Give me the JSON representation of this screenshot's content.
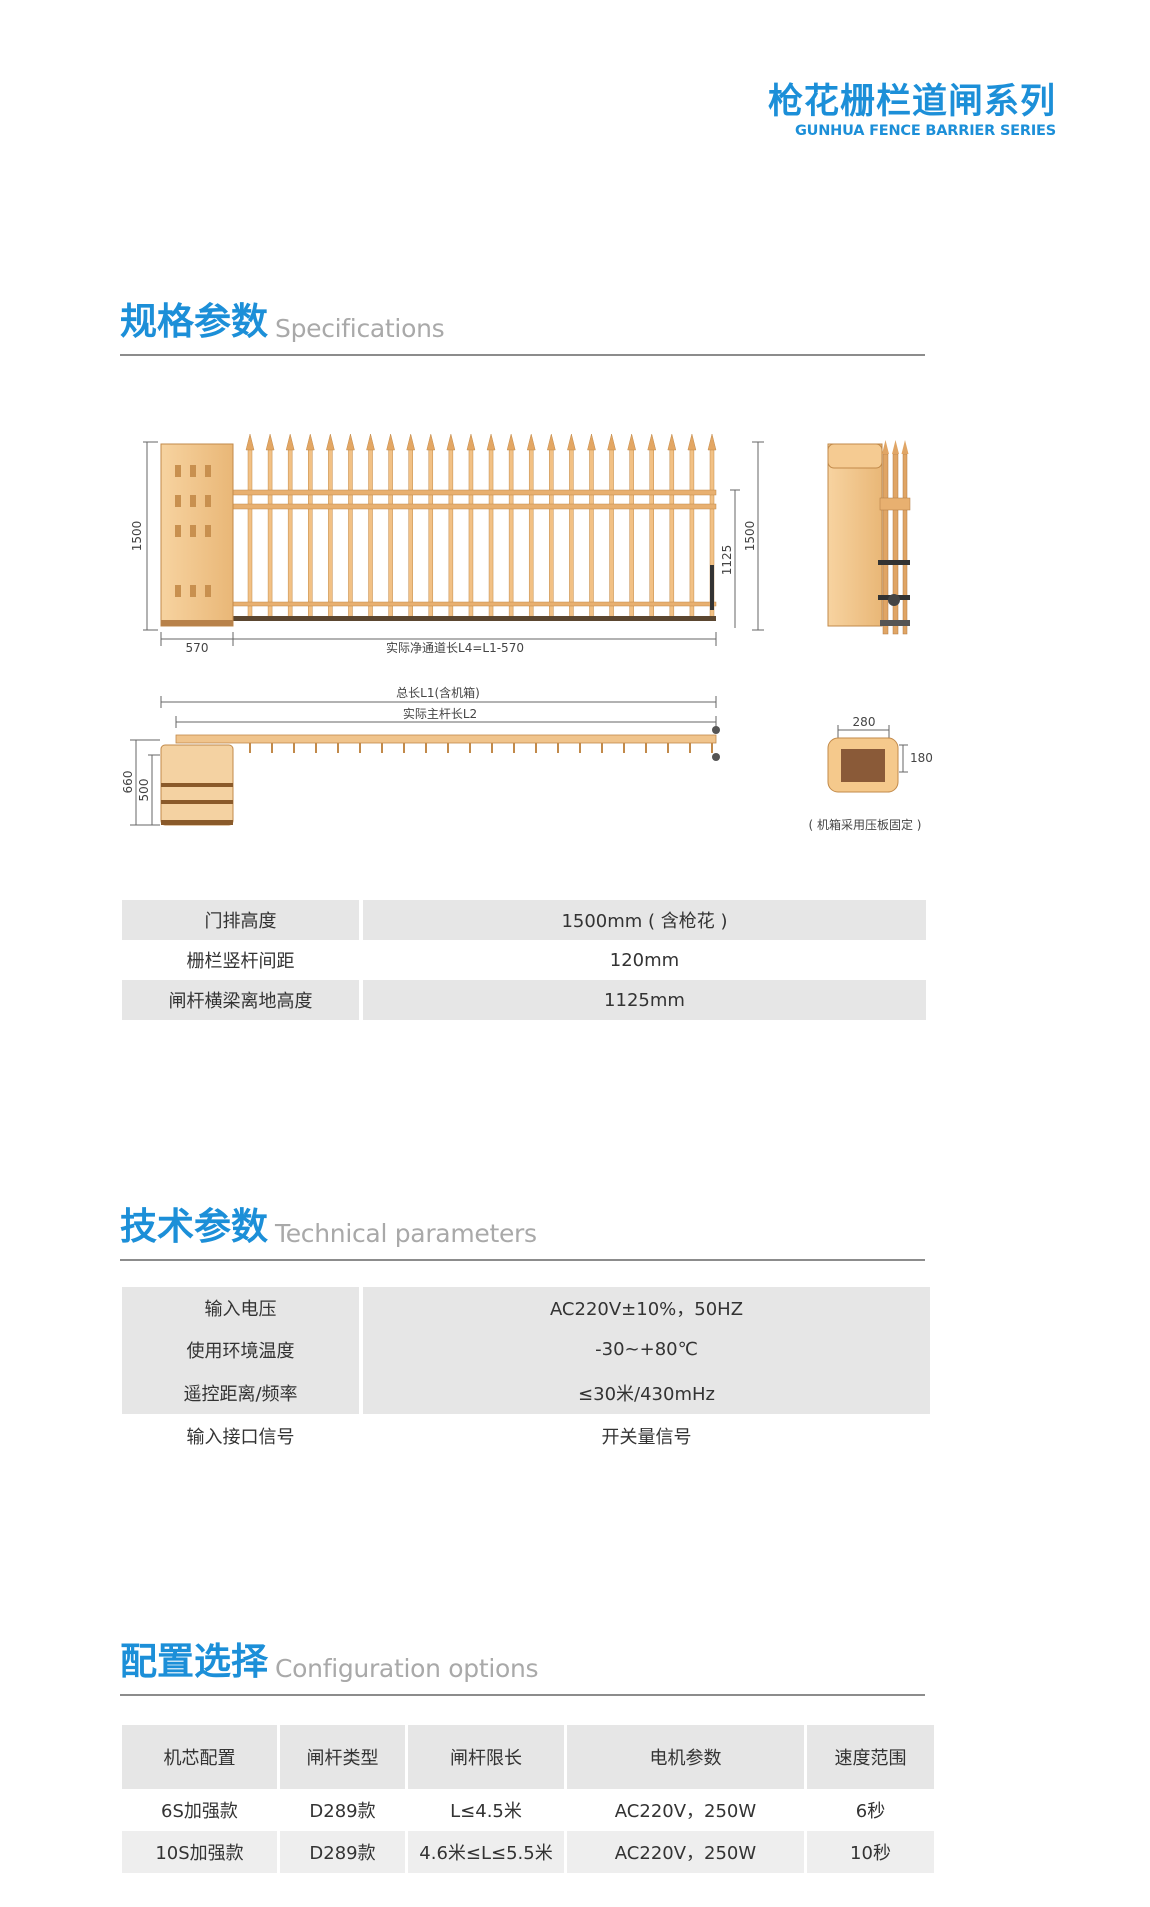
{
  "brand": {
    "title_cn": "枪花栅栏道闸系列",
    "title_en": "GUNHUA FENCE BARRIER SERIES"
  },
  "colors": {
    "accent": "#1c8fd8",
    "barrier_fill": "#f2c185",
    "barrier_stroke": "#c28a4a"
  },
  "specs": {
    "title_cn": "规格参数",
    "title_en": "Specifications",
    "drawing": {
      "front_height_left": "1500",
      "front_height_right": "1500",
      "beam_height": "1125",
      "cabinet_width": "570",
      "passage_length": "实际净通道长L4=L1-570",
      "total_length": "总长L1(含机箱)",
      "main_bar_length": "实际主杆长L2",
      "top_view_660": "660",
      "top_view_500": "500",
      "base_width": "280",
      "base_depth": "180",
      "base_note": "( 机箱采用压板固定 )"
    },
    "rows": [
      {
        "label": "门排高度",
        "value": "1500mm ( 含枪花 )"
      },
      {
        "label": "栅栏竖杆间距",
        "value": "120mm"
      },
      {
        "label": "闸杆横梁离地高度",
        "value": "1125mm"
      }
    ]
  },
  "tech": {
    "title_cn": "技术参数",
    "title_en": "Technical parameters",
    "rows": [
      {
        "label": "输入电压",
        "value": "AC220V±10%，50HZ"
      },
      {
        "label": "使用环境温度",
        "value": "-30~+80℃"
      },
      {
        "label": "遥控距离/频率",
        "value": "≤30米/430mHz"
      },
      {
        "label": "输入接口信号",
        "value": "开关量信号"
      }
    ]
  },
  "config": {
    "title_cn": "配置选择",
    "title_en": "Configuration options",
    "headers": [
      "机芯配置",
      "闸杆类型",
      "闸杆限长",
      "电机参数",
      "速度范围"
    ],
    "rows": [
      [
        "6S加强款",
        "D289款",
        "L≤4.5米",
        "AC220V，250W",
        "6秒"
      ],
      [
        "10S加强款",
        "D289款",
        "4.6米≤L≤5.5米",
        "AC220V，250W",
        "10秒"
      ]
    ]
  }
}
